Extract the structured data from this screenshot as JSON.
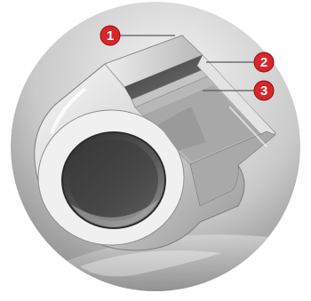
{
  "callouts": [
    {
      "number": "1"
    },
    {
      "number": "2"
    },
    {
      "number": "3"
    }
  ],
  "colors": {
    "badge": "#d8262b",
    "badge_stroke": "#8e1114",
    "leader": "#5a5a5a",
    "backdrop_light": "#f1f1f1",
    "backdrop_dark": "#7a7a7a",
    "metal_light": "#eeeeee",
    "metal_dark": "#4a4a4a"
  }
}
